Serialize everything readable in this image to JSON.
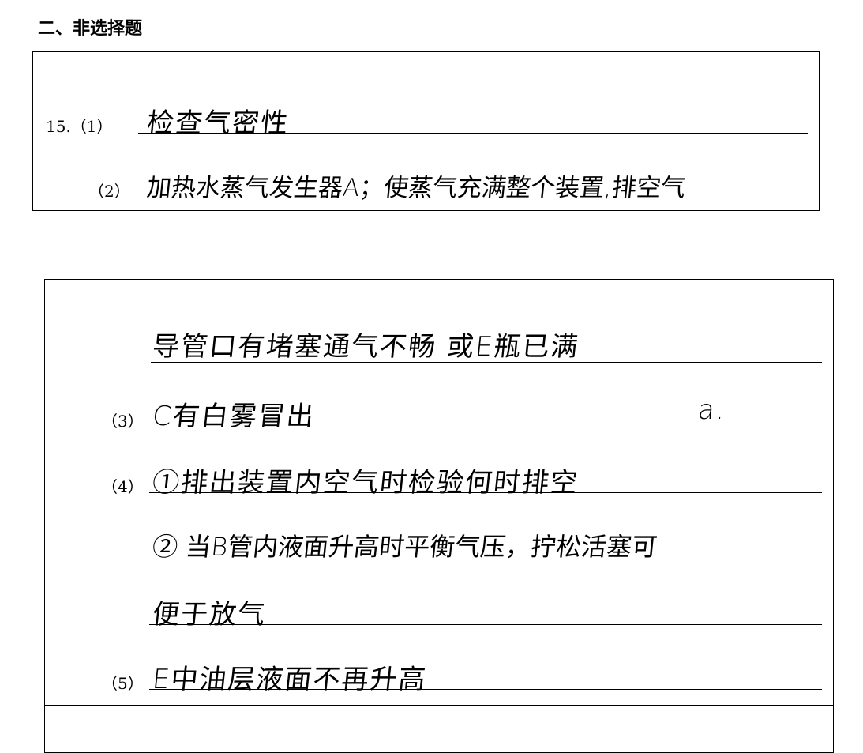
{
  "section_title": "二、非选择题",
  "question_number": "15.",
  "parts": {
    "p1": {
      "label": "（1）",
      "answer": "检查气密性"
    },
    "p2": {
      "label": "（2）",
      "answer": "加热水蒸气发生器A；使蒸气充满整个装置,排空气"
    },
    "p2b": {
      "answer": "导管口有堵塞通气不畅 或E瓶已满"
    },
    "p3": {
      "label": "（3）",
      "answer": "C有白雾冒出",
      "answer2": "a."
    },
    "p4": {
      "label": "（4）",
      "answer1": "①排出装置内空气时检验何时排空",
      "answer2": "② 当B管内液面升高时平衡气压，拧松活塞可",
      "answer3": "便于放气"
    },
    "p5": {
      "label": "（5）",
      "answer": "E中油层液面不再升高"
    }
  }
}
